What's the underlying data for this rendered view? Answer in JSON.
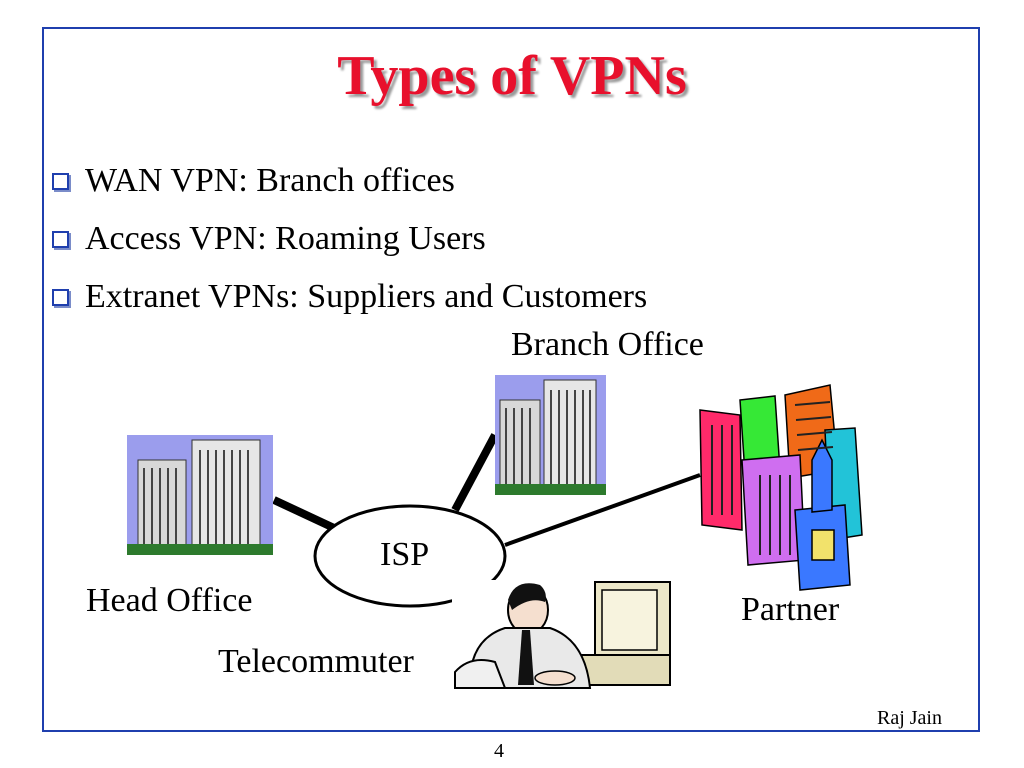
{
  "slide": {
    "title": "Types of VPNs",
    "bullets": [
      "WAN VPN: Branch offices",
      "Access VPN: Roaming Users",
      "Extranet VPNs: Suppliers and Customers"
    ],
    "author": "Raj Jain",
    "page_number": "4"
  },
  "diagram": {
    "center_node": "ISP",
    "labels": {
      "branch_office": "Branch Office",
      "head_office": "Head Office",
      "partner": "Partner",
      "telecommuter": "Telecommuter"
    }
  },
  "colors": {
    "title": "#e8102c",
    "frame": "#1f3fae",
    "building_bg": "#9b9ded"
  }
}
